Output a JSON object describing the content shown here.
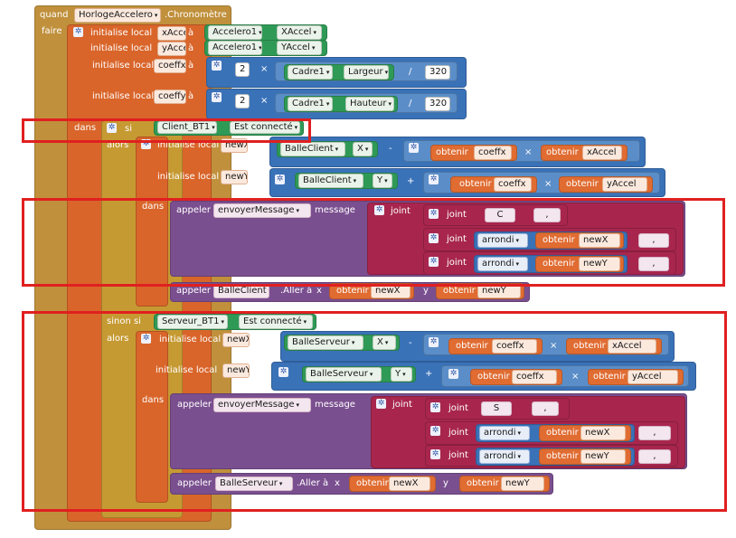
{
  "event": {
    "when": "quand",
    "do": "faire",
    "component": "HorlogeAccelero",
    "event": ".Chronomètre"
  },
  "init": {
    "label": "initialise local",
    "to": "à",
    "vars": [
      {
        "name": "xAccel",
        "comp": "Accelero1",
        "prop": "XAccel"
      },
      {
        "name": "yAccel",
        "comp": "Accelero1",
        "prop": "YAccel"
      },
      {
        "name": "coeffx",
        "num": "2",
        "comp": "Cadre1",
        "prop": "Largeur",
        "div": "320"
      },
      {
        "name": "coeffy",
        "num": "2",
        "comp": "Cadre1",
        "prop": "Hauteur",
        "div": "320"
      }
    ],
    "times": "×",
    "divide": "/"
  },
  "body": {
    "in": "dans",
    "if": "si",
    "then": "alors",
    "elseif": "sinon si"
  },
  "client": {
    "condComp": "Client_BT1",
    "condProp": "Est connecté",
    "newX": {
      "var": "newX",
      "comp": "BalleClient",
      "prop": "X",
      "op": "-",
      "get1": "coeffx",
      "get2": "xAccel"
    },
    "newY": {
      "var": "newY",
      "comp": "BalleClient",
      "prop": "Y",
      "op": "+",
      "get1": "coeffx",
      "get2": "yAccel"
    },
    "call": "appeler",
    "proc": "envoyerMessage",
    "msg": "message",
    "join": "joint",
    "letter": "C",
    "sep": ",",
    "round": "arrondi",
    "get": "obtenir",
    "move": {
      "comp": "BalleClient",
      "method": ".Aller à",
      "x": "x",
      "y": "y",
      "gx": "newX",
      "gy": "newY"
    }
  },
  "server": {
    "condComp": "Serveur_BT1",
    "condProp": "Est connecté",
    "newX": {
      "var": "newX",
      "comp": "BalleServeur",
      "prop": "X",
      "op": "-",
      "get1": "coeffx",
      "get2": "xAccel"
    },
    "newY": {
      "var": "newY",
      "comp": "BalleServeur",
      "prop": "Y",
      "op": "+",
      "get1": "coeffx",
      "get2": "yAccel"
    },
    "call": "appeler",
    "proc": "envoyerMessage",
    "msg": "message",
    "join": "joint",
    "letter": "S",
    "sep": ",",
    "round": "arrondi",
    "get": "obtenir",
    "move": {
      "comp": "BalleServeur",
      "method": ".Aller à",
      "x": "x",
      "y": "y",
      "gx": "newX",
      "gy": "newY"
    }
  },
  "icons": {
    "gear": "gear-icon",
    "dropdown": "dropdown-arrow-icon"
  },
  "colors": {
    "event": "#c0903c",
    "variable": "#d9652a",
    "control": "#c69a33",
    "math": "#3a72b8",
    "component": "#2f9a56",
    "text": "#a8264e",
    "procedure": "#7a4f8f",
    "highlight": "#e02020"
  }
}
